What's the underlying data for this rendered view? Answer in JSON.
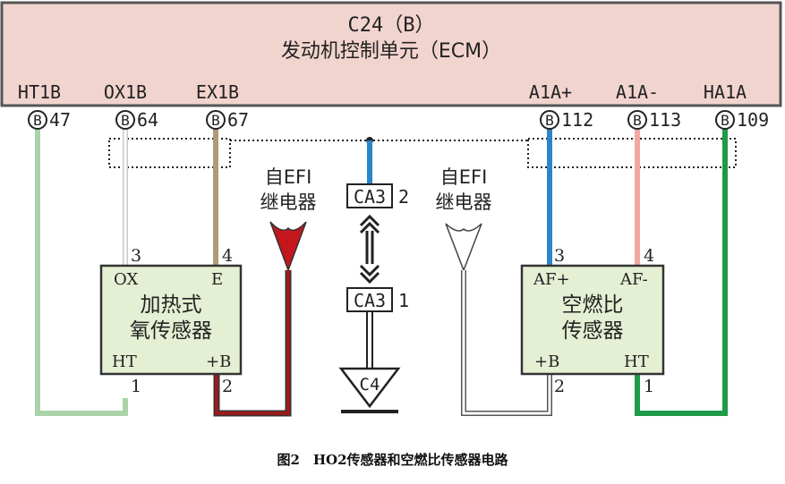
{
  "ecm": {
    "connector": "C24（B）",
    "name": "发动机控制单元（ECM）",
    "pins": [
      {
        "label": "HT1B",
        "pin_letter": "B",
        "pin_no": "47"
      },
      {
        "label": "OX1B",
        "pin_letter": "B",
        "pin_no": "64"
      },
      {
        "label": "EX1B",
        "pin_letter": "B",
        "pin_no": "67"
      },
      {
        "label": "A1A+",
        "pin_letter": "B",
        "pin_no": "112"
      },
      {
        "label": "A1A-",
        "pin_letter": "B",
        "pin_no": "113"
      },
      {
        "label": "HA1A",
        "pin_letter": "B",
        "pin_no": "109"
      }
    ]
  },
  "heated_o2_sensor": {
    "name_line1": "加热式",
    "name_line2": "氧传感器",
    "terminals": {
      "ox": "OX",
      "e": "E",
      "ht": "HT",
      "plus_b": "+B"
    },
    "pin_numbers": {
      "ox": "3",
      "e": "4",
      "ht": "1",
      "plus_b": "2"
    }
  },
  "af_sensor": {
    "name_line1": "空燃比",
    "name_line2": "传感器",
    "terminals": {
      "af_plus": "AF+",
      "af_minus": "AF-",
      "plus_b": "+B",
      "ht": "HT"
    },
    "pin_numbers": {
      "af_plus": "3",
      "af_minus": "4",
      "plus_b": "2",
      "ht": "1"
    }
  },
  "efi_relay_left": {
    "line1": "自EFI",
    "line2": "继电器"
  },
  "efi_relay_right": {
    "line1": "自EFI",
    "line2": "继电器"
  },
  "connector_ca3_top": {
    "name": "CA3",
    "pin": "2"
  },
  "connector_ca3_bottom": {
    "name": "CA3",
    "pin": "1"
  },
  "ground": {
    "label": "C4"
  },
  "caption": "图2　HO2传感器和空燃比传感器电路",
  "colors": {
    "ecm_fill": "#f2d4cf",
    "sensor_fill": "#e4efd3",
    "wire_light_green": "#a9d3a9",
    "wire_white": "#c8c8c8",
    "wire_tan": "#b09a78",
    "wire_blue": "#2a86c8",
    "wire_pink": "#f0a9a3",
    "wire_green": "#1f9a48",
    "wire_red": "#9c1a1a"
  }
}
